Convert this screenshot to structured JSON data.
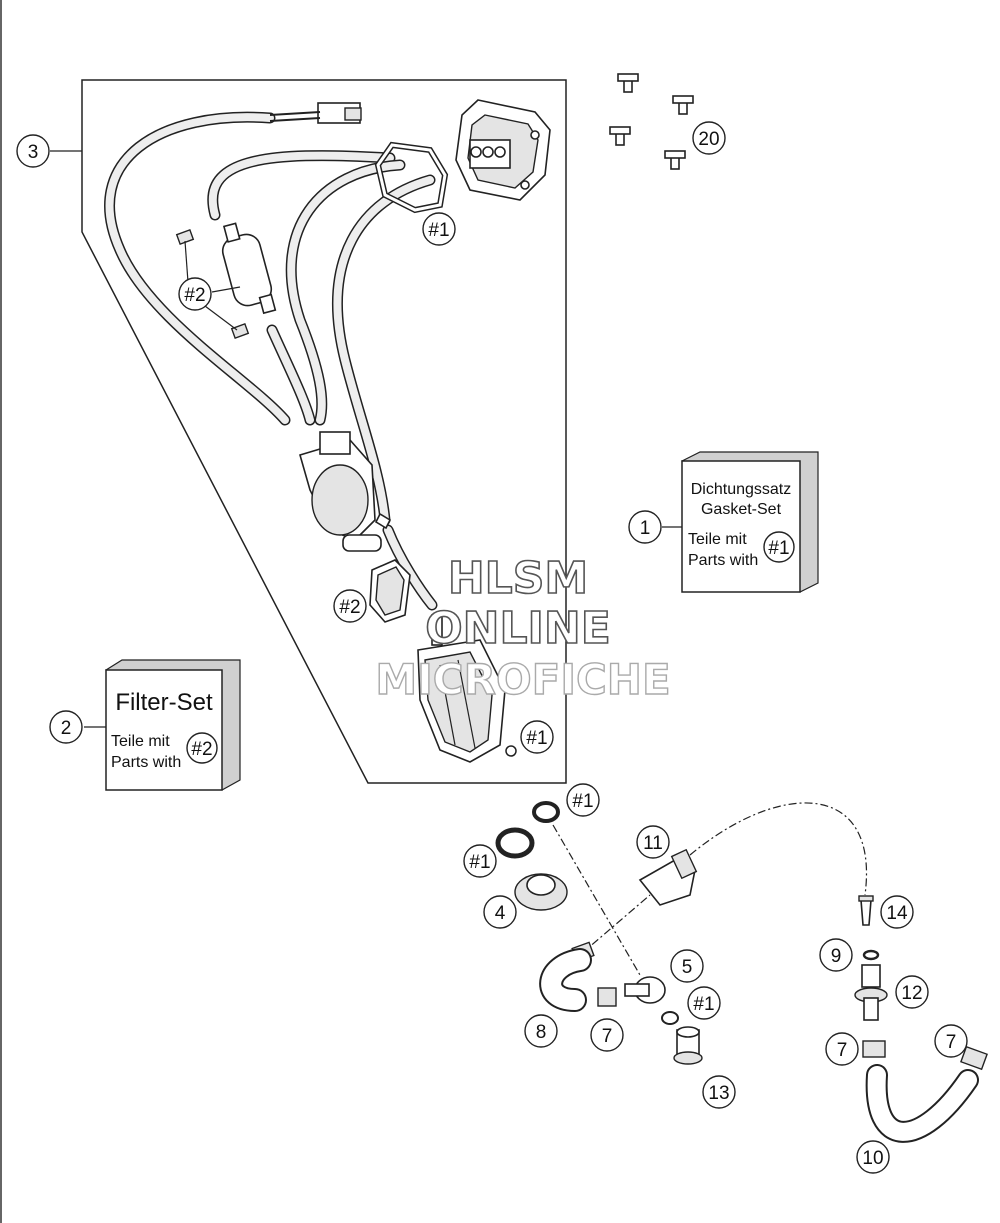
{
  "callouts": {
    "c1": "1",
    "c2": "2",
    "c3": "3",
    "c4": "4",
    "c5": "5",
    "c7a": "7",
    "c7b": "7",
    "c7c": "7",
    "c8": "8",
    "c9": "9",
    "c10": "10",
    "c11": "11",
    "c12": "12",
    "c13": "13",
    "c14": "14",
    "c20": "20",
    "h1a": "#1",
    "h1b": "#1",
    "h1c": "#1",
    "h1d": "#1",
    "h1e": "#1",
    "h2a": "#2",
    "h2b": "#2"
  },
  "gasket_set": {
    "line1": "Dichtungssatz",
    "line2": "Gasket-Set",
    "line3": "Teile mit",
    "line4": "Parts with",
    "ref": "#1"
  },
  "filter_set": {
    "title": "Filter-Set",
    "line1": "Teile mit",
    "line2": "Parts with",
    "ref": "#2"
  },
  "watermark": {
    "line1": "HLSM",
    "line2": "ONLINE",
    "line3": "MICROFICHE"
  }
}
